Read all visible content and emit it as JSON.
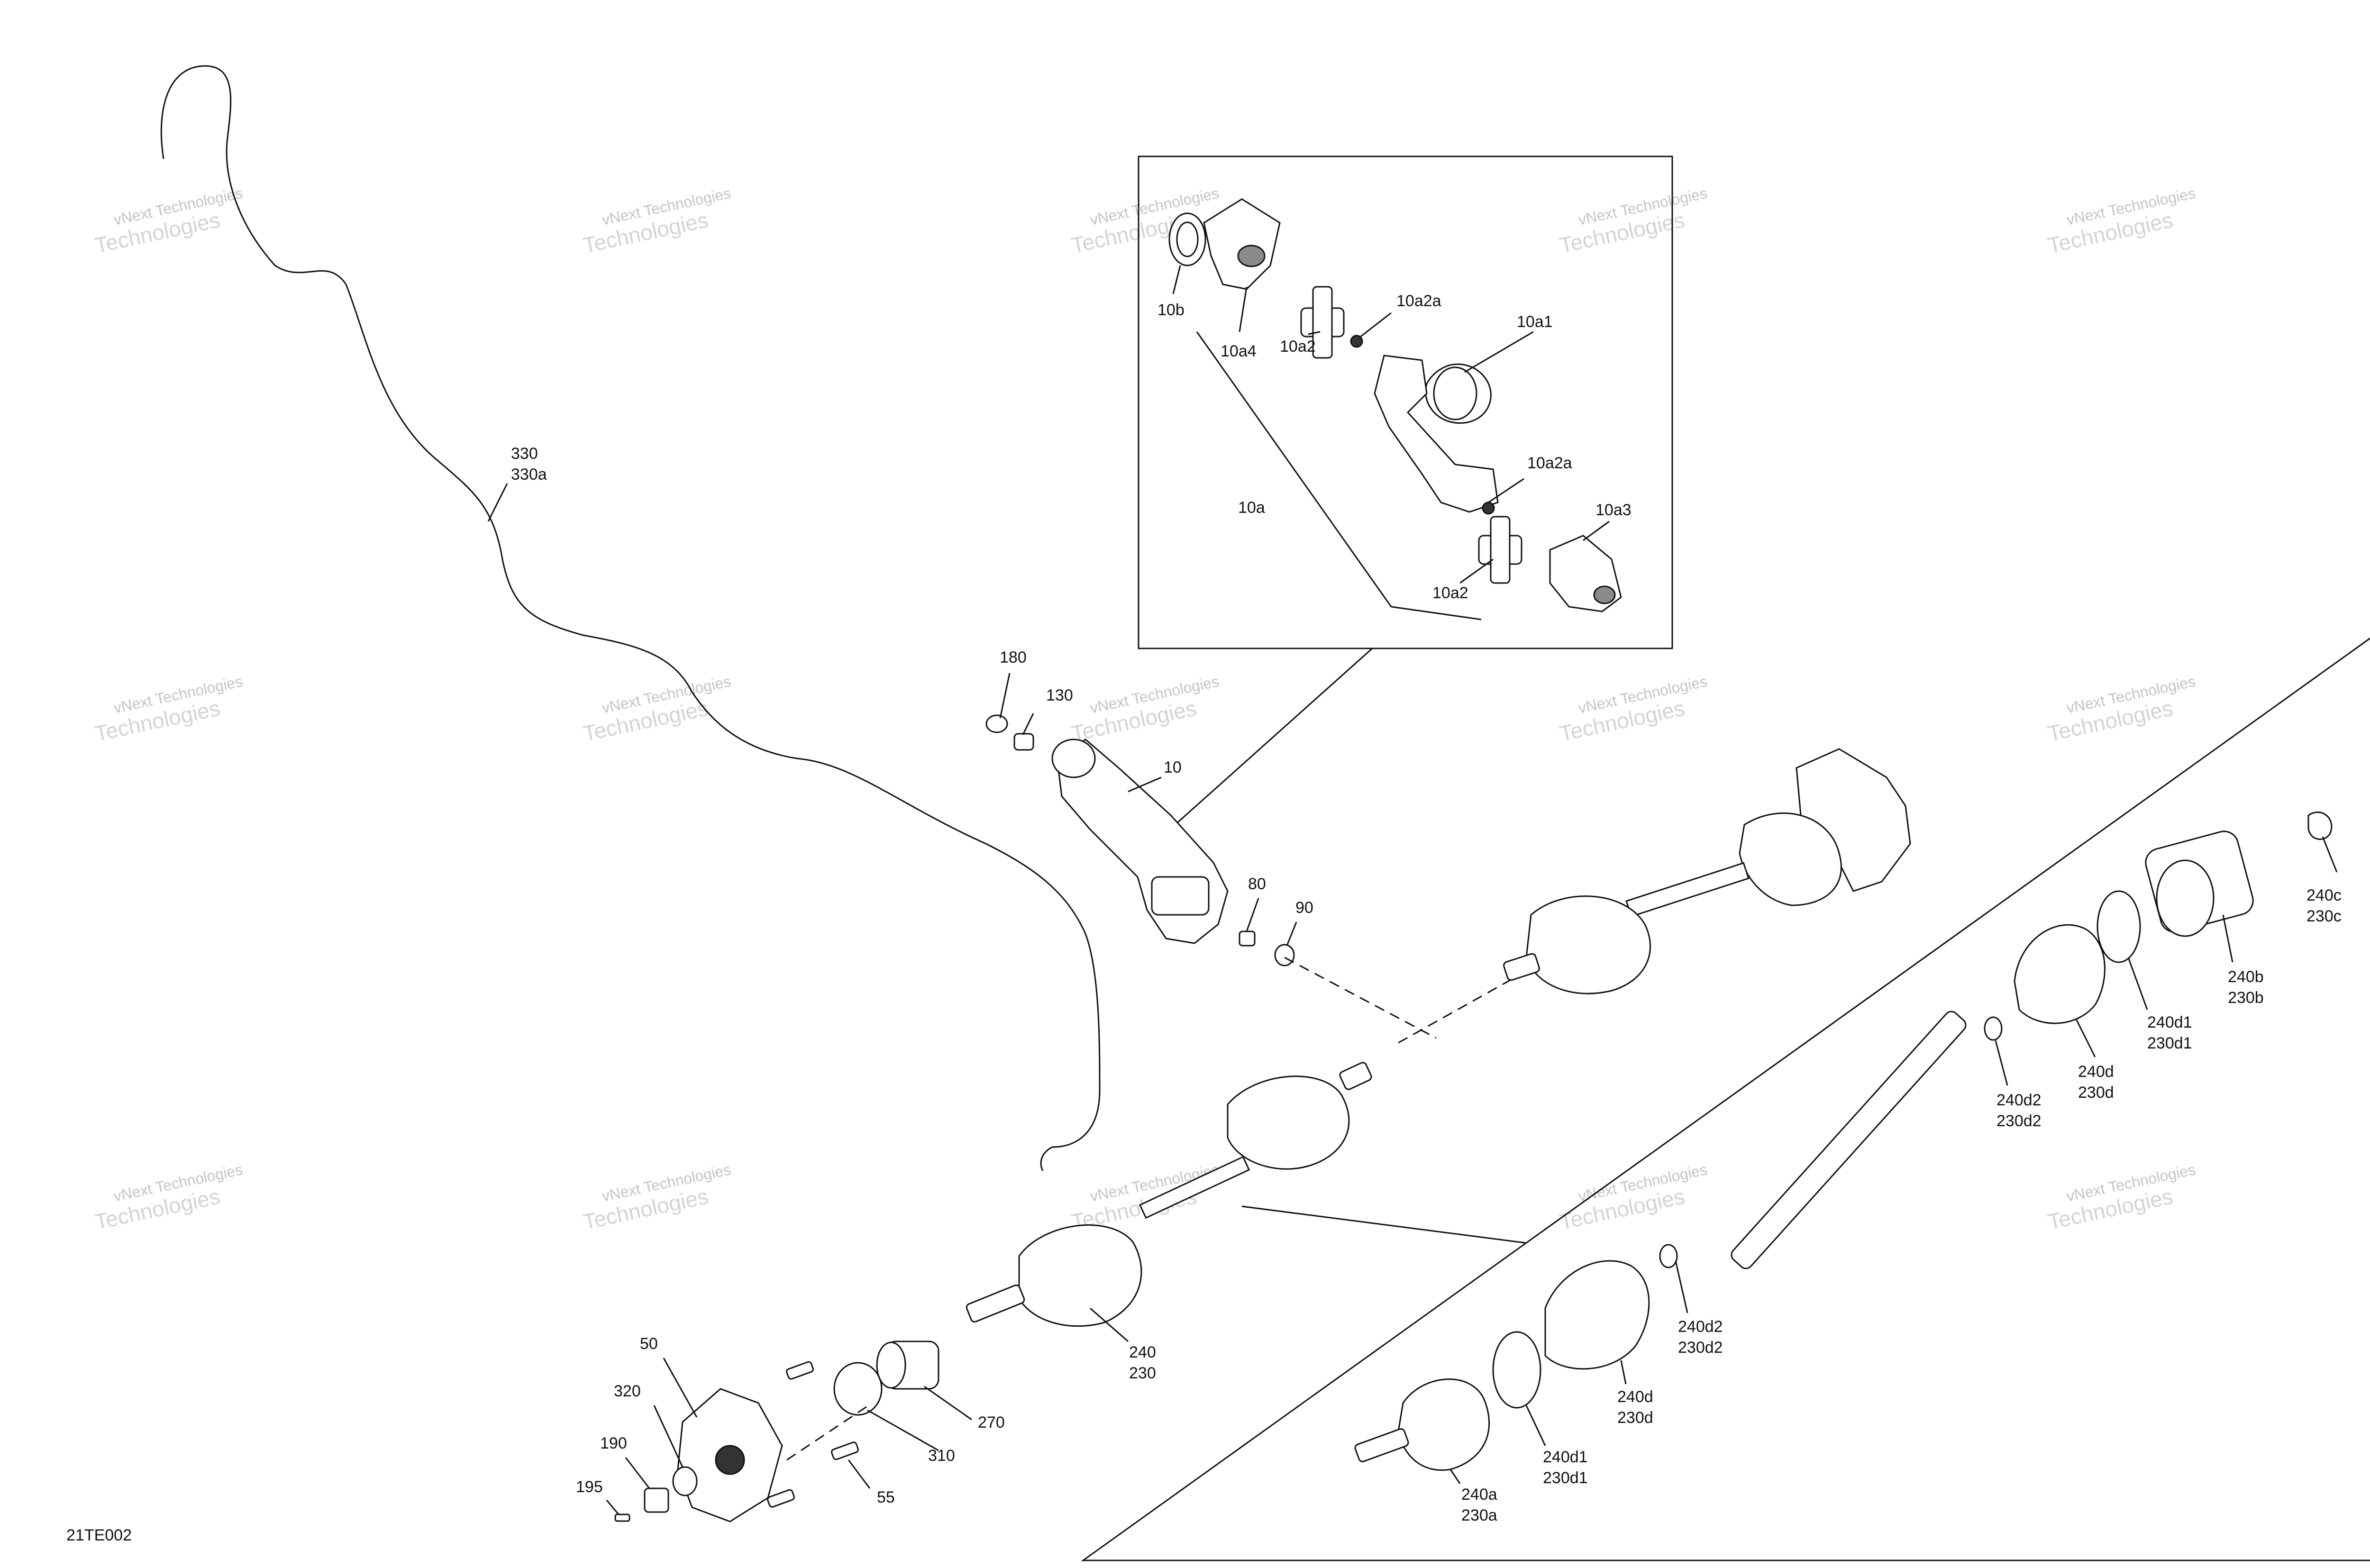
{
  "diagram": {
    "code": "21TE002",
    "watermark": {
      "line1": "vNext Technologies",
      "line2": "Technologies"
    },
    "labels": {
      "l330": "330",
      "l330a": "330a",
      "l10b": "10b",
      "l10a4": "10a4",
      "l10a2_top": "10a2",
      "l10a2a_top": "10a2a",
      "l10a1": "10a1",
      "l10a": "10a",
      "l10a2a_bot": "10a2a",
      "l10a3": "10a3",
      "l10a2_bot": "10a2",
      "l180": "180",
      "l130": "130",
      "l10": "10",
      "l80": "80",
      "l90": "90",
      "l240c": "240c",
      "l230c": "230c",
      "l240b": "240b",
      "l230b": "230b",
      "l240d1_top": "240d1",
      "l230d1_top": "230d1",
      "l240d_top": "240d",
      "l230d_top": "230d",
      "l240d2_top": "240d2",
      "l230d2_top": "230d2",
      "l240d2_bot": "240d2",
      "l230d2_bot": "230d2",
      "l240d_bot": "240d",
      "l230d_bot": "230d",
      "l240d1_bot": "240d1",
      "l230d1_bot": "230d1",
      "l240a": "240a",
      "l230a": "230a",
      "l240": "240",
      "l230": "230",
      "l270": "270",
      "l310": "310",
      "l55": "55",
      "l50": "50",
      "l320": "320",
      "l190": "190",
      "l195": "195"
    }
  }
}
